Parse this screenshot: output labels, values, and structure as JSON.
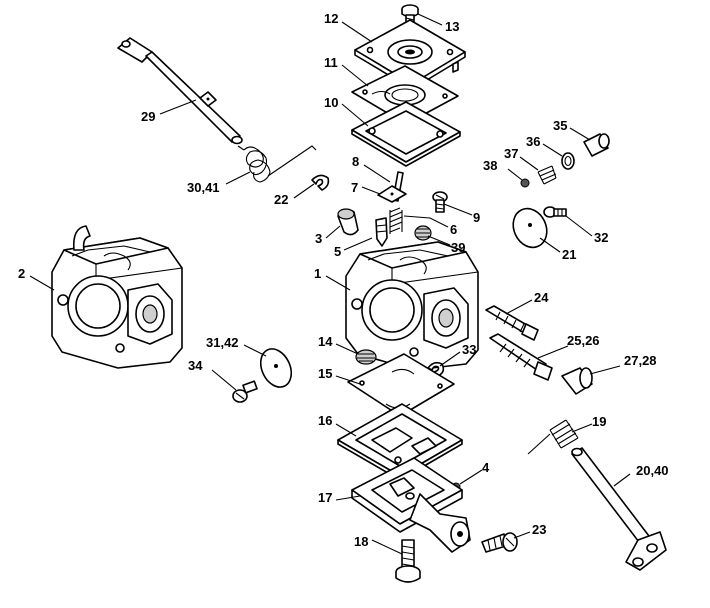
{
  "labels": {
    "l12": "12",
    "l13": "13",
    "l11": "11",
    "l10": "10",
    "l29": "29",
    "l8": "8",
    "l7": "7",
    "l6": "6",
    "l9": "9",
    "l3": "3",
    "l5": "5",
    "l39": "39",
    "l30": "30,41",
    "l22": "22",
    "l35": "35",
    "l36": "36",
    "l37": "37",
    "l38": "38",
    "l32": "32",
    "l21": "21",
    "l2": "2",
    "l1": "1",
    "l24": "24",
    "l14": "14",
    "l33": "33",
    "l25": "25,26",
    "l27": "27,28",
    "l3142": "31,42",
    "l34": "34",
    "l15": "15",
    "l16": "16",
    "l19": "19",
    "l4": "4",
    "l17": "17",
    "l2040": "20,40",
    "l23": "23",
    "l18": "18"
  }
}
